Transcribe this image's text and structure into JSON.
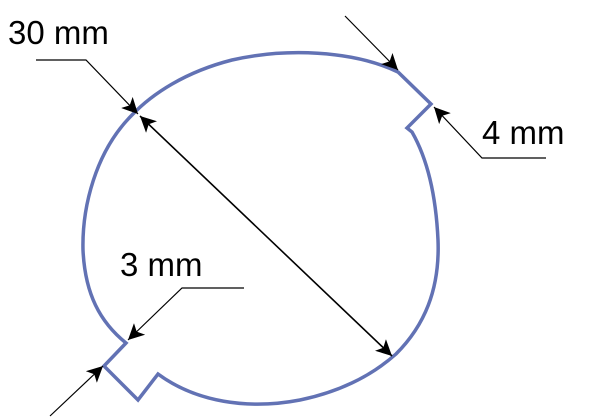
{
  "labels": {
    "diameter": "30 mm",
    "slot_top_right": "4 mm",
    "slot_bottom_left": "3 mm"
  },
  "colors": {
    "outline": "#6272b4",
    "dimension": "#000000"
  }
}
